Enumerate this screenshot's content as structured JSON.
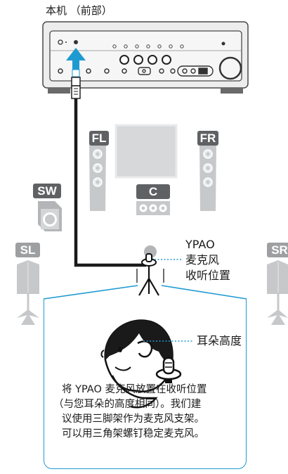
{
  "header": {
    "title": "本机 （前部）"
  },
  "speakers": {
    "fl": "FL",
    "fr": "FR",
    "c": "C",
    "sw": "SW",
    "sl": "SL",
    "sr": "SR"
  },
  "mic_label": {
    "line1": "YPAO",
    "line2": "麦克风",
    "line3": "收听位置"
  },
  "ear_label": "耳朵高度",
  "instructions": {
    "line1": "将 YPAO 麦克风放置在收听位置",
    "line2": "（与您耳朵的高度相同）。我们建",
    "line3": "议使用三脚架作为麦克风支架。",
    "line4": "可以用三角架螺钉稳定麦克风。"
  },
  "colors": {
    "accent": "#1f9ad1",
    "dark_tag": "#5f6164",
    "light_tag": "#9d9fa1",
    "speaker": "#c6c8ca",
    "cable": "#1a1a1a"
  }
}
